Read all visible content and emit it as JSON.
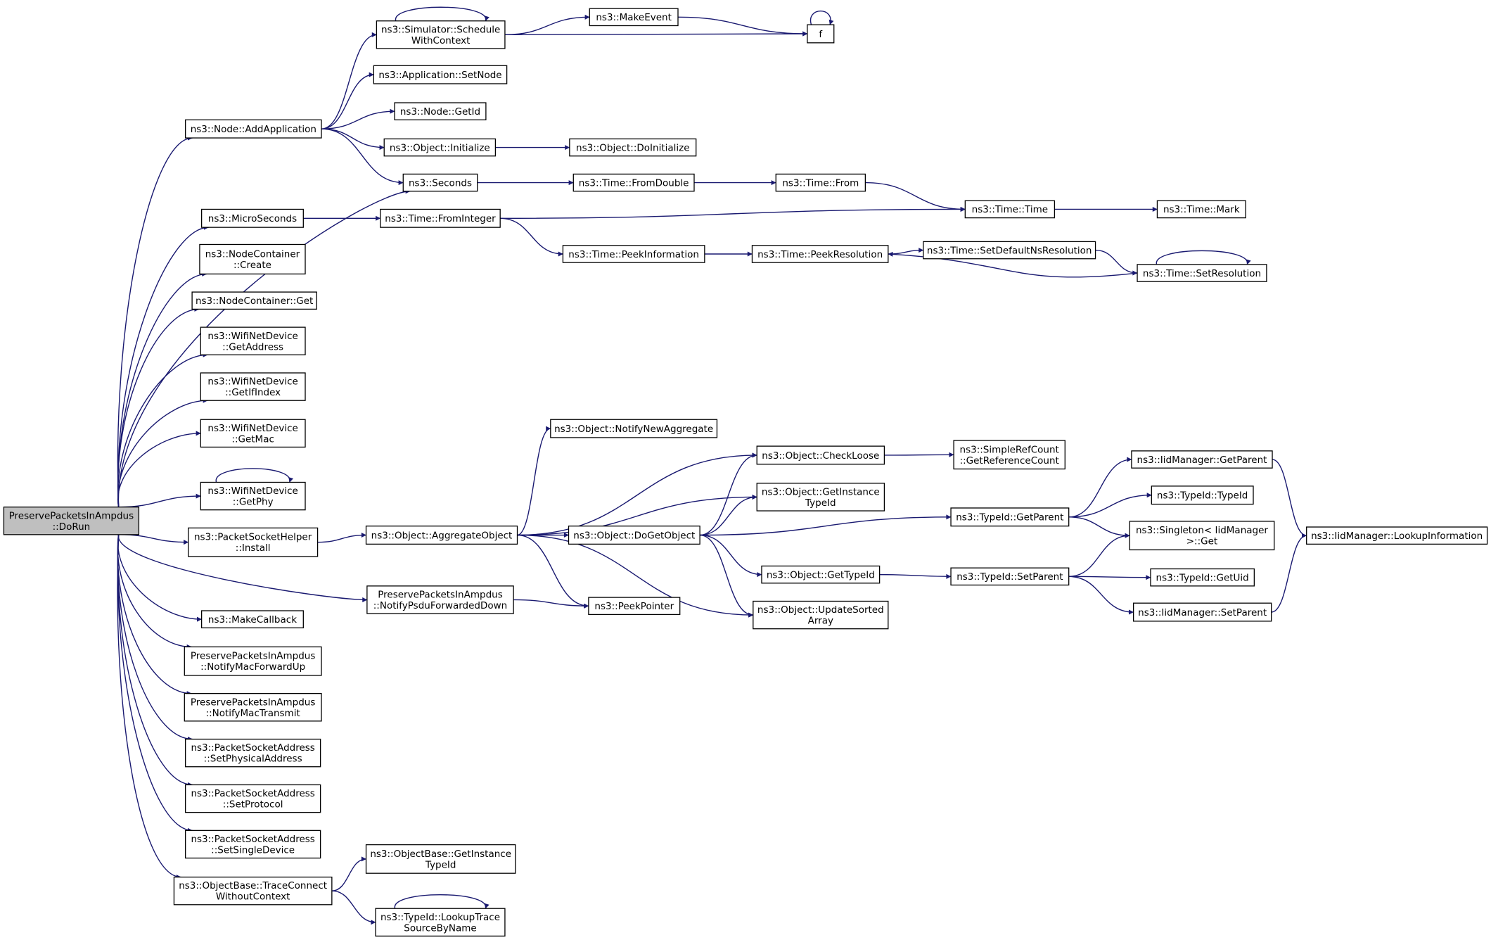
{
  "graph": {
    "nodes": {
      "root": [
        "PreservePacketsInAmpdus",
        "::DoRun"
      ],
      "addApp": [
        "ns3::Node::AddApplication"
      ],
      "schedCtx": [
        "ns3::Simulator::Schedule",
        "WithContext"
      ],
      "makeEvent": [
        "ns3::MakeEvent"
      ],
      "f": [
        "f"
      ],
      "setNode": [
        "ns3::Application::SetNode"
      ],
      "nodeGetId": [
        "ns3::Node::GetId"
      ],
      "objInit": [
        "ns3::Object::Initialize"
      ],
      "objDoInit": [
        "ns3::Object::DoInitialize"
      ],
      "seconds": [
        "ns3::Seconds"
      ],
      "fromDouble": [
        "ns3::Time::FromDouble"
      ],
      "timeFrom": [
        "ns3::Time::From"
      ],
      "timeTime": [
        "ns3::Time::Time"
      ],
      "timeMark": [
        "ns3::Time::Mark"
      ],
      "micro": [
        "ns3::MicroSeconds"
      ],
      "fromInt": [
        "ns3::Time::FromInteger"
      ],
      "peekInfo": [
        "ns3::Time::PeekInformation"
      ],
      "peekRes": [
        "ns3::Time::PeekResolution"
      ],
      "setDefNs": [
        "ns3::Time::SetDefaultNsResolution"
      ],
      "setRes": [
        "ns3::Time::SetResolution"
      ],
      "ncCreate": [
        "ns3::NodeContainer",
        "::Create"
      ],
      "ncGet": [
        "ns3::NodeContainer::Get"
      ],
      "wGetAddr": [
        "ns3::WifiNetDevice",
        "::GetAddress"
      ],
      "wGetIf": [
        "ns3::WifiNetDevice",
        "::GetIfIndex"
      ],
      "wGetMac": [
        "ns3::WifiNetDevice",
        "::GetMac"
      ],
      "wGetPhy": [
        "ns3::WifiNetDevice",
        "::GetPhy"
      ],
      "psInstall": [
        "ns3::PacketSocketHelper",
        "::Install"
      ],
      "aggObj": [
        "ns3::Object::AggregateObject"
      ],
      "notifyNewAgg": [
        "ns3::Object::NotifyNewAggregate"
      ],
      "checkLoose": [
        "ns3::Object::CheckLoose"
      ],
      "simpleRef": [
        "ns3::SimpleRefCount",
        "::GetReferenceCount"
      ],
      "objGetInst": [
        "ns3::Object::GetInstance",
        "TypeId"
      ],
      "doGetObj": [
        "ns3::Object::DoGetObject"
      ],
      "tidGetParent": [
        "ns3::TypeId::GetParent"
      ],
      "iidGetParent": [
        "ns3::IidManager::GetParent"
      ],
      "tidTypeId": [
        "ns3::TypeId::TypeId"
      ],
      "singleton": [
        "ns3::Singleton< IidManager",
        ">::Get"
      ],
      "lookupInfo": [
        "ns3::IidManager::LookupInformation"
      ],
      "objGetTypeId": [
        "ns3::Object::GetTypeId"
      ],
      "tidSetParent": [
        "ns3::TypeId::SetParent"
      ],
      "tidGetUid": [
        "ns3::TypeId::GetUid"
      ],
      "iidSetParent": [
        "ns3::IidManager::SetParent"
      ],
      "updSorted": [
        "ns3::Object::UpdateSorted",
        "Array"
      ],
      "notifyPsdu": [
        "PreservePacketsInAmpdus",
        "::NotifyPsduForwardedDown"
      ],
      "peekPtr": [
        "ns3::PeekPointer"
      ],
      "makeCb": [
        "ns3::MakeCallback"
      ],
      "notifyMacFwd": [
        "PreservePacketsInAmpdus",
        "::NotifyMacForwardUp"
      ],
      "notifyMacTx": [
        "PreservePacketsInAmpdus",
        "::NotifyMacTransmit"
      ],
      "psaPhys": [
        "ns3::PacketSocketAddress",
        "::SetPhysicalAddress"
      ],
      "psaProto": [
        "ns3::PacketSocketAddress",
        "::SetProtocol"
      ],
      "psaSingle": [
        "ns3::PacketSocketAddress",
        "::SetSingleDevice"
      ],
      "traceConn": [
        "ns3::ObjectBase::TraceConnect",
        "WithoutContext"
      ],
      "obGetInst": [
        "ns3::ObjectBase::GetInstance",
        "TypeId"
      ],
      "lookupTrace": [
        "ns3::TypeId::LookupTrace",
        "SourceByName"
      ]
    },
    "edges": [
      [
        "root",
        "addApp"
      ],
      [
        "root",
        "seconds"
      ],
      [
        "root",
        "micro"
      ],
      [
        "root",
        "ncCreate"
      ],
      [
        "root",
        "ncGet"
      ],
      [
        "root",
        "wGetAddr"
      ],
      [
        "root",
        "wGetIf"
      ],
      [
        "root",
        "wGetMac"
      ],
      [
        "root",
        "wGetPhy"
      ],
      [
        "root",
        "psInstall"
      ],
      [
        "root",
        "notifyPsdu"
      ],
      [
        "root",
        "makeCb"
      ],
      [
        "root",
        "notifyMacFwd"
      ],
      [
        "root",
        "notifyMacTx"
      ],
      [
        "root",
        "psaPhys"
      ],
      [
        "root",
        "psaProto"
      ],
      [
        "root",
        "psaSingle"
      ],
      [
        "root",
        "traceConn"
      ],
      [
        "addApp",
        "schedCtx"
      ],
      [
        "addApp",
        "setNode"
      ],
      [
        "addApp",
        "nodeGetId"
      ],
      [
        "addApp",
        "objInit"
      ],
      [
        "addApp",
        "seconds"
      ],
      [
        "schedCtx",
        "schedCtx"
      ],
      [
        "schedCtx",
        "makeEvent"
      ],
      [
        "schedCtx",
        "f"
      ],
      [
        "makeEvent",
        "f"
      ],
      [
        "f",
        "f"
      ],
      [
        "objInit",
        "objDoInit"
      ],
      [
        "seconds",
        "fromDouble"
      ],
      [
        "fromDouble",
        "timeFrom"
      ],
      [
        "timeFrom",
        "timeTime"
      ],
      [
        "timeTime",
        "timeMark"
      ],
      [
        "micro",
        "fromInt"
      ],
      [
        "fromInt",
        "timeTime"
      ],
      [
        "fromInt",
        "peekInfo"
      ],
      [
        "peekInfo",
        "peekRes"
      ],
      [
        "peekRes",
        "setDefNs"
      ],
      [
        "setDefNs",
        "setRes"
      ],
      [
        "setRes",
        "setRes"
      ],
      [
        "setRes",
        "peekRes"
      ],
      [
        "wGetPhy",
        "wGetPhy"
      ],
      [
        "psInstall",
        "aggObj"
      ],
      [
        "aggObj",
        "notifyNewAgg"
      ],
      [
        "aggObj",
        "checkLoose"
      ],
      [
        "aggObj",
        "objGetInst"
      ],
      [
        "aggObj",
        "doGetObj"
      ],
      [
        "aggObj",
        "peekPtr"
      ],
      [
        "aggObj",
        "updSorted"
      ],
      [
        "checkLoose",
        "simpleRef"
      ],
      [
        "doGetObj",
        "checkLoose"
      ],
      [
        "doGetObj",
        "objGetInst"
      ],
      [
        "doGetObj",
        "tidGetParent"
      ],
      [
        "doGetObj",
        "objGetTypeId"
      ],
      [
        "doGetObj",
        "updSorted"
      ],
      [
        "tidGetParent",
        "iidGetParent"
      ],
      [
        "tidGetParent",
        "tidTypeId"
      ],
      [
        "tidGetParent",
        "singleton"
      ],
      [
        "iidGetParent",
        "lookupInfo"
      ],
      [
        "objGetTypeId",
        "tidSetParent"
      ],
      [
        "tidSetParent",
        "singleton"
      ],
      [
        "tidSetParent",
        "tidGetUid"
      ],
      [
        "tidSetParent",
        "iidSetParent"
      ],
      [
        "iidSetParent",
        "lookupInfo"
      ],
      [
        "notifyPsdu",
        "peekPtr"
      ],
      [
        "traceConn",
        "obGetInst"
      ],
      [
        "traceConn",
        "lookupTrace"
      ],
      [
        "lookupTrace",
        "lookupTrace"
      ]
    ]
  }
}
